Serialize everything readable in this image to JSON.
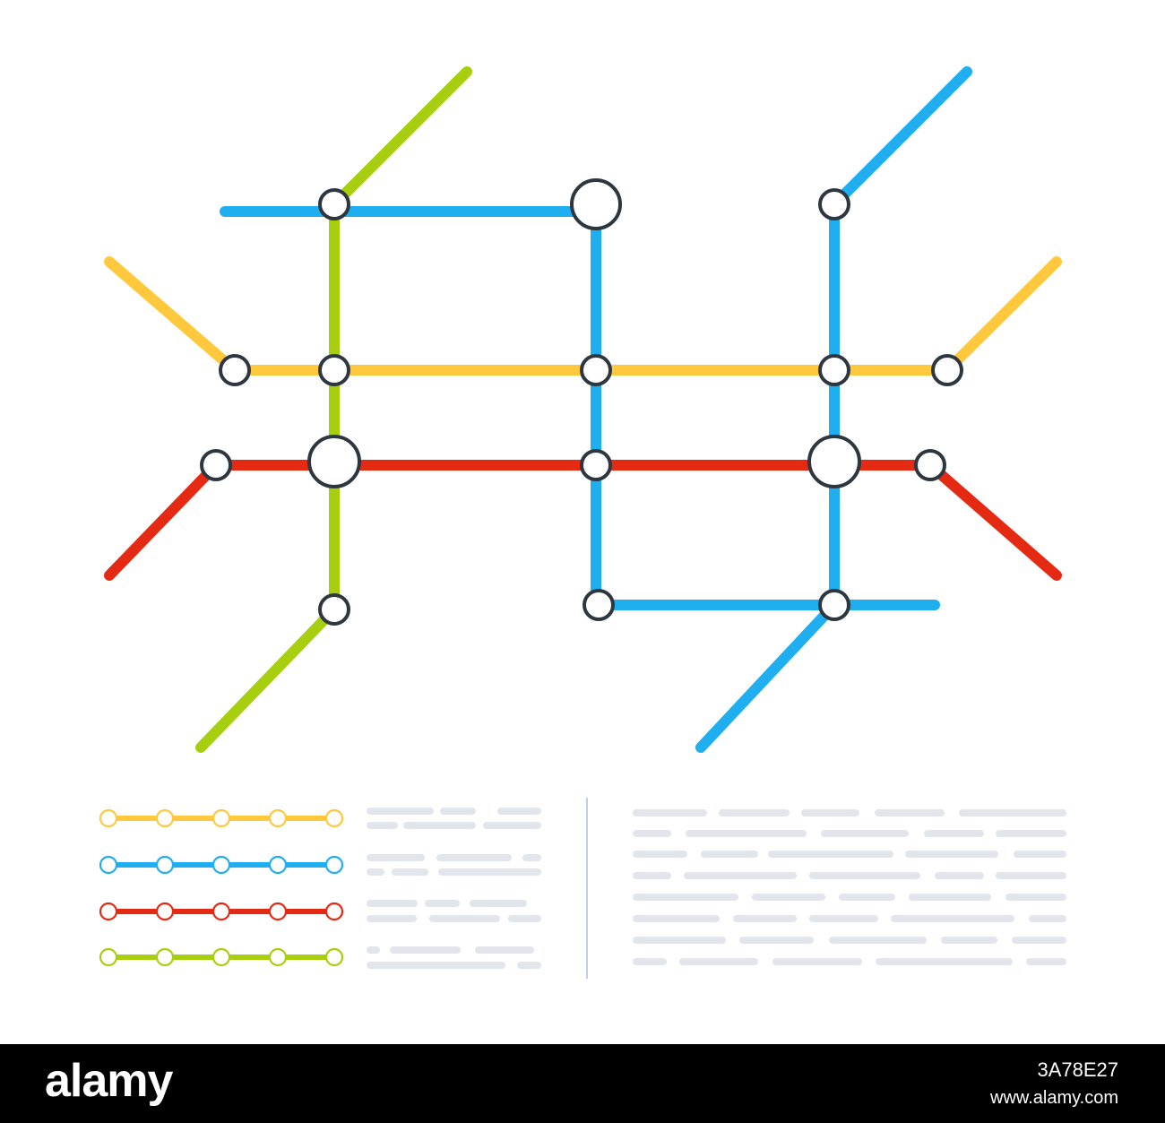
{
  "colors": {
    "yellow": "#FFC83D",
    "blue": "#1FAEF0",
    "red": "#E42A13",
    "green": "#A8CF0F",
    "station_stroke": "#2E3640",
    "station_fill": "#FFFFFF",
    "placeholder_text": "#E2E5EC",
    "divider": "#C5CEE0",
    "footer": "#000000"
  },
  "map": {
    "lines": [
      {
        "id": "yellow",
        "color": "yellow",
        "stations": 5
      },
      {
        "id": "blue",
        "color": "blue",
        "stations": 9
      },
      {
        "id": "red",
        "color": "red",
        "stations": 5
      },
      {
        "id": "green",
        "color": "green",
        "stations": 4
      }
    ],
    "interchange_count": 3
  },
  "legend": {
    "lines": [
      {
        "color": "yellow",
        "stations": 5
      },
      {
        "color": "blue",
        "stations": 5
      },
      {
        "color": "red",
        "stations": 5
      },
      {
        "color": "green",
        "stations": 5
      }
    ]
  },
  "footer": {
    "logo": "alamy",
    "image_id": "3A78E27",
    "url": "www.alamy.com"
  }
}
